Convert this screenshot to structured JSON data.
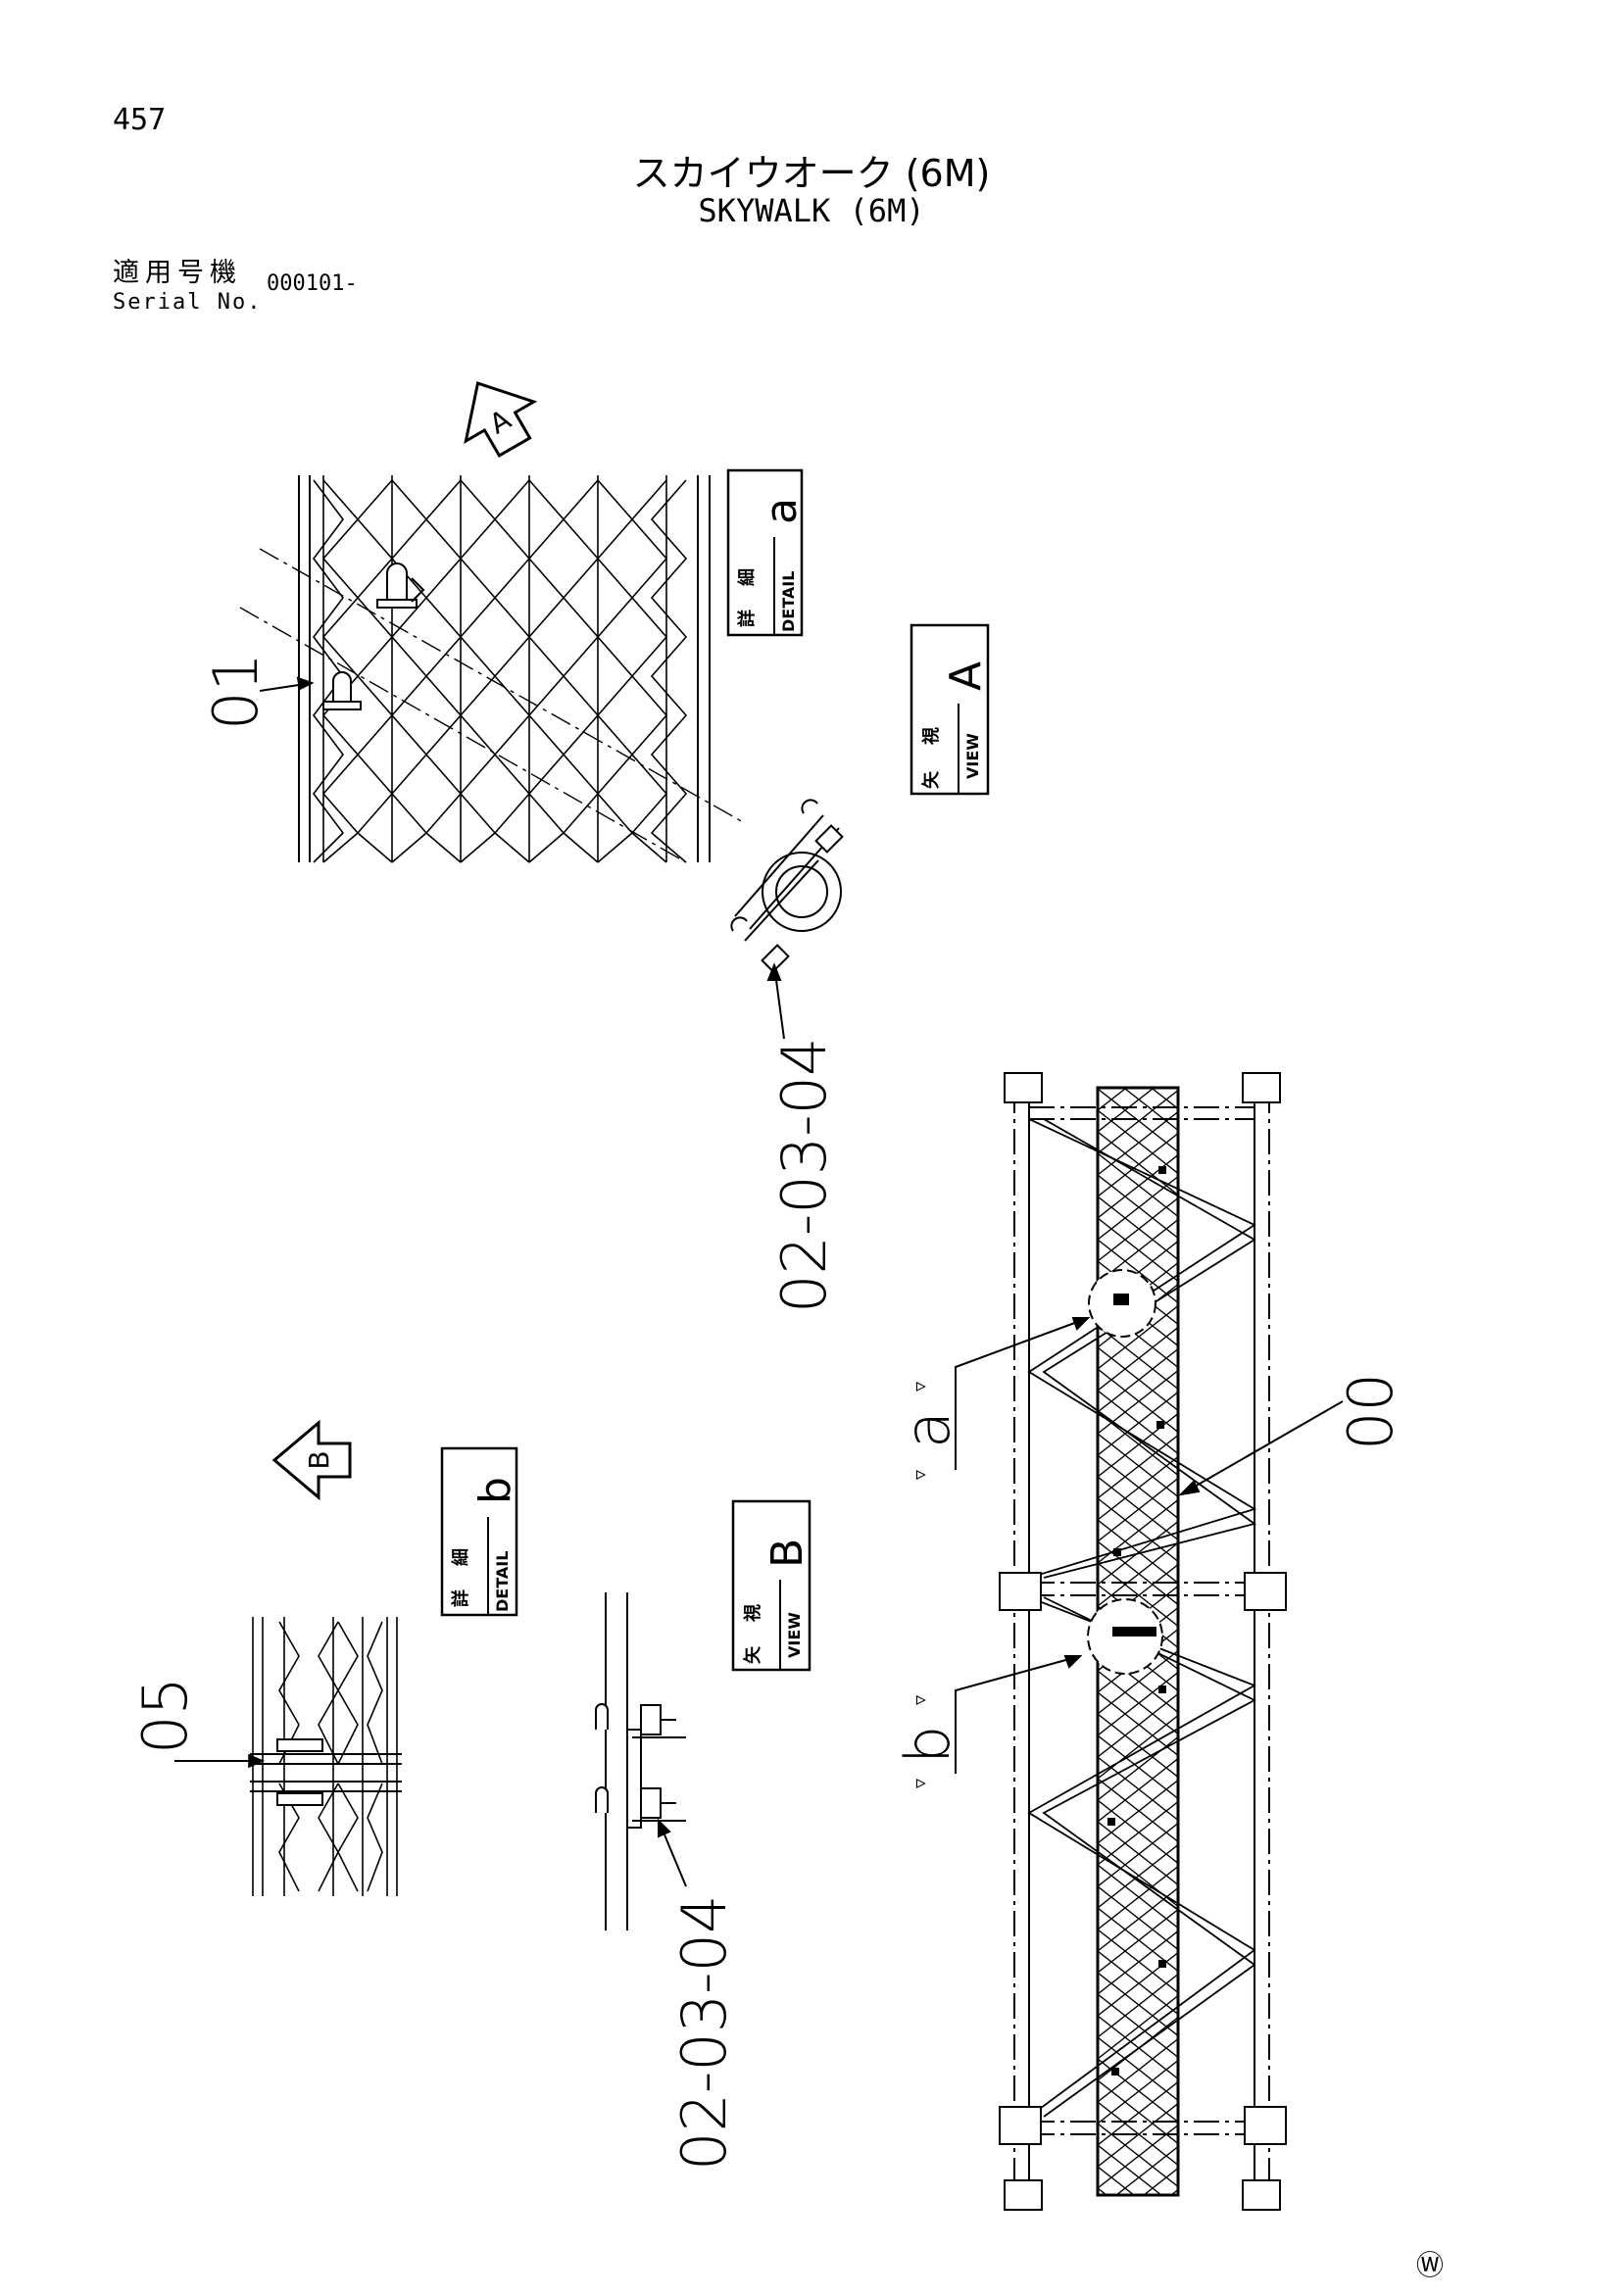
{
  "page_number": "457",
  "title_jp": "スカイウオーク (6M)",
  "title_en": "SKYWALK (6M)",
  "serial": {
    "label_jp": "適用号機",
    "label_en": "Serial No.",
    "value": "000101-"
  },
  "callouts": {
    "part_01": "01",
    "part_00": "00",
    "part_05": "05",
    "bolt_1": "02-03-04",
    "bolt_2": "02-03-04"
  },
  "view_arrows": {
    "a": "A",
    "b": "B"
  },
  "boxes": {
    "detail_a": {
      "jp1": "詳",
      "jp2": "細",
      "en": "DETAIL",
      "letter": "a"
    },
    "view_a": {
      "jp1": "矢",
      "jp2": "視",
      "en": "VIEW",
      "letter": "A"
    },
    "detail_b": {
      "jp1": "詳",
      "jp2": "細",
      "en": "DETAIL",
      "letter": "b"
    },
    "view_b": {
      "jp1": "矢",
      "jp2": "視",
      "en": "VIEW",
      "letter": "B"
    }
  },
  "detail_markers": {
    "a": "a",
    "b": "b"
  },
  "copyright": "Ⓦ"
}
